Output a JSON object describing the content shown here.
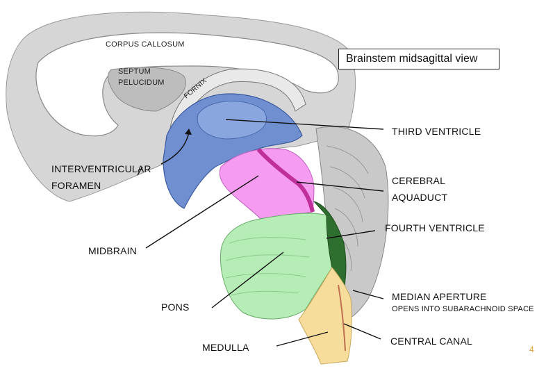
{
  "title": "Brainstem midsagittal view",
  "structures": {
    "corpus_callosum": "CORPUS CALLOSUM",
    "septum_line1": "SEPTUM",
    "septum_line2": "PELUCIDUM",
    "fornix": "FORNIX"
  },
  "labels": {
    "third_ventricle": "THIRD VENTRICLE",
    "interventricular_line1": "INTERVENTRICULAR",
    "interventricular_line2": "FORAMEN",
    "cerebral_aquaduct_line1": "CEREBRAL",
    "cerebral_aquaduct_line2": "AQUADUCT",
    "fourth_ventricle": "FOURTH VENTRICLE",
    "midbrain": "MIDBRAIN",
    "pons": "PONS",
    "medulla": "MEDULLA",
    "median_aperture": "MEDIAN APERTURE",
    "median_aperture_note": "OPENS INTO SUBARACHNOID SPACE",
    "central_canal": "CENTRAL CANAL"
  },
  "corner_mark": "4",
  "colors": {
    "ventricle_blue": "#6f8fd0",
    "midbrain_pink": "#f59cf0",
    "pons_green": "#b6ecb6",
    "medulla_yellow": "#f7dd9c",
    "fourth_ventricle_green": "#2e6e2e",
    "aqueduct_magenta": "#c0309a",
    "brain_gray": "#cfcfcf"
  }
}
